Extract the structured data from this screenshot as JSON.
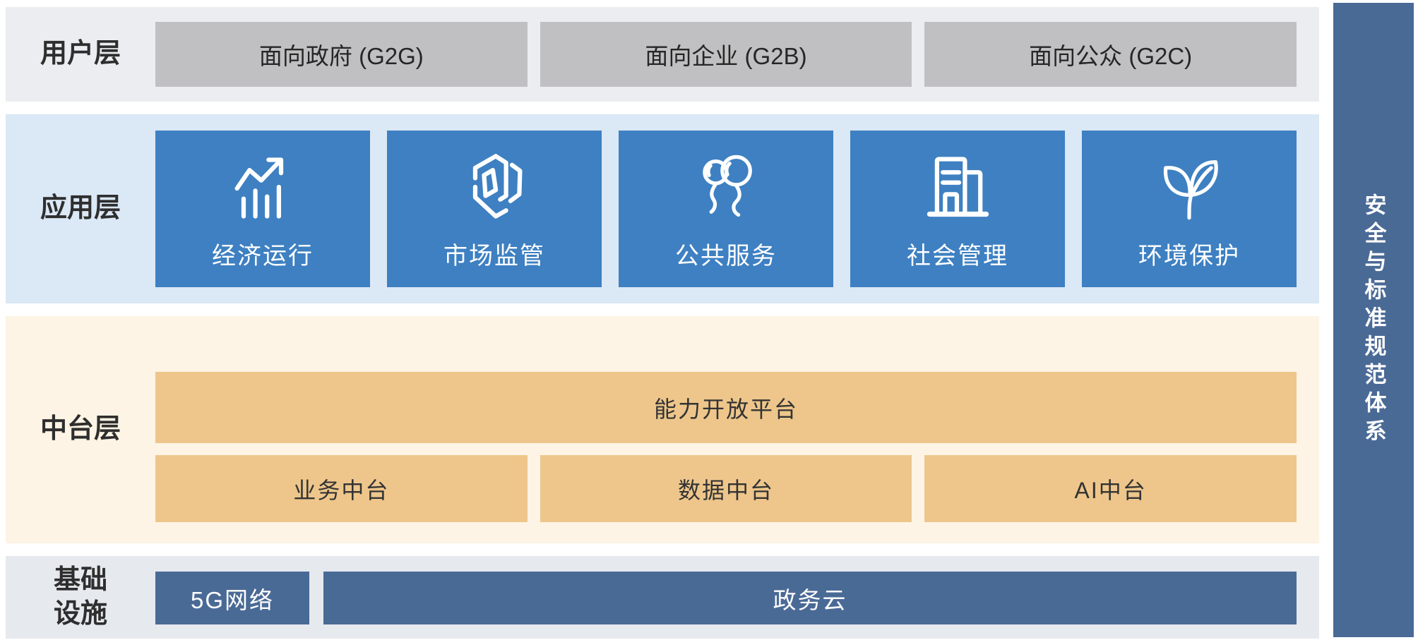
{
  "user_layer": {
    "label": "用户层",
    "boxes": [
      "面向政府 (G2G)",
      "面向企业 (G2B)",
      "面向公众 (G2C)"
    ]
  },
  "app_layer": {
    "label": "应用层",
    "items": [
      {
        "icon": "line-chart-growth-icon",
        "label": "经济运行"
      },
      {
        "icon": "hexagon-cube-icon",
        "label": "市场监管"
      },
      {
        "icon": "balloons-icon",
        "label": "公共服务"
      },
      {
        "icon": "buildings-icon",
        "label": "社会管理"
      },
      {
        "icon": "leaves-icon",
        "label": "环境保护"
      }
    ]
  },
  "middle_layer": {
    "label": "中台层",
    "platform": "能力开放平台",
    "boxes": [
      "业务中台",
      "数据中台",
      "AI中台"
    ]
  },
  "infra_layer": {
    "label": "基础\n设施",
    "boxes": [
      "5G网络",
      "政务云"
    ]
  },
  "side_bar": {
    "label": "安全与标准规范体系"
  },
  "colors": {
    "user_row_bg": "#ebedf0",
    "user_box_bg": "#c0c0c2",
    "app_row_bg": "#dbe8f5",
    "app_box_bg": "#3e80c2",
    "mid_row_bg": "#fdf4e5",
    "mid_box_bg": "#eec68b",
    "infra_row_bg": "#e6e9ee",
    "infra_box_bg": "#4a6a96",
    "side_bar_bg": "#4a6a96",
    "label_text": "#2e2e2e",
    "box_text_dark": "#262626",
    "box_text_light": "#ffffff"
  }
}
